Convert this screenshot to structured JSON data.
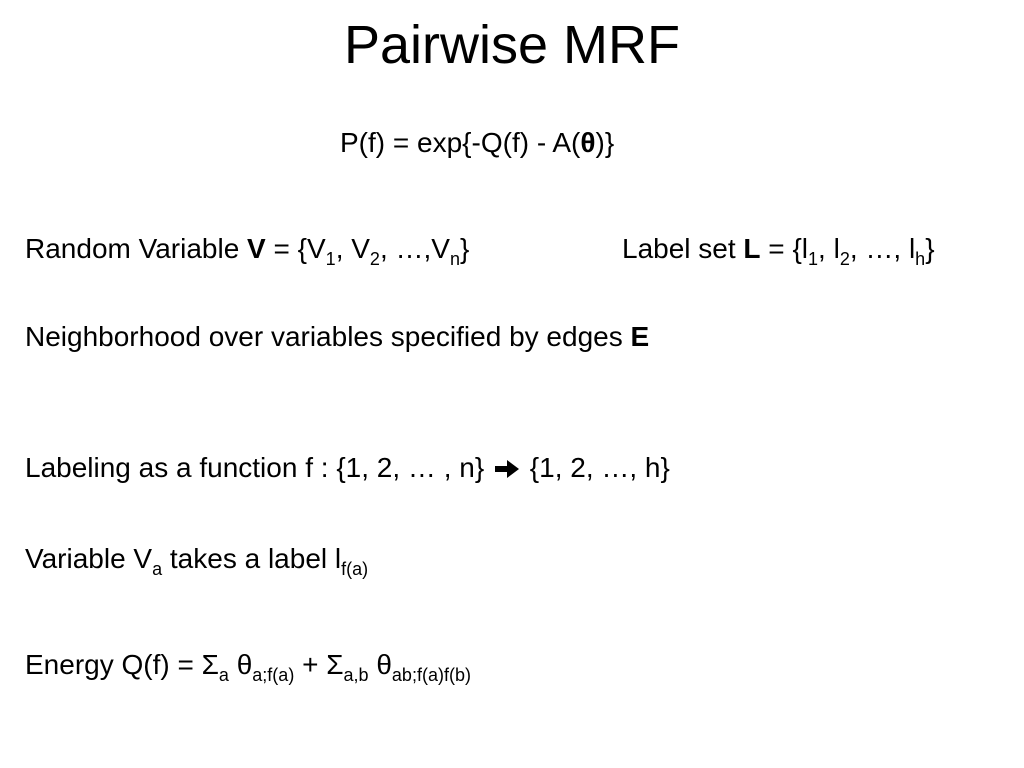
{
  "title": "Pairwise MRF",
  "formula": {
    "pre": "P(f) = exp{-Q(f) - A(",
    "theta": "θ",
    "post": ")}"
  },
  "random_variable": {
    "pre": "Random Variable ",
    "symbol": "V",
    "eq": " = {V",
    "s1": "1",
    "c1": ", V",
    "s2": "2",
    "c2": ", …,V",
    "sn": "n",
    "end": "}"
  },
  "label_set": {
    "pre": "Label set ",
    "symbol": "L",
    "eq": " = {l",
    "s1": "1",
    "c1": ", l",
    "s2": "2",
    "c2": ", …, l",
    "sh": "h",
    "end": "}"
  },
  "neighborhood": {
    "text": "Neighborhood over variables specified by edges ",
    "symbol": "E"
  },
  "labeling": {
    "pre": "Labeling as a function f : {1, 2, … , n} ",
    "arrow_icon": "right-arrow-icon",
    "post": " {1, 2, …, h}"
  },
  "variable": {
    "pre": "Variable V",
    "sub_a": "a",
    "mid": " takes a label l",
    "sub_fa": "f(a)"
  },
  "energy": {
    "pre": "Energy Q(f) = Σ",
    "sub_sum1": "a",
    "theta1": " θ",
    "sub_theta1": "a;f(a)",
    "plus": " + Σ",
    "sub_sum2": "a,b",
    "theta2": " θ",
    "sub_theta2": "ab;f(a)f(b)"
  }
}
